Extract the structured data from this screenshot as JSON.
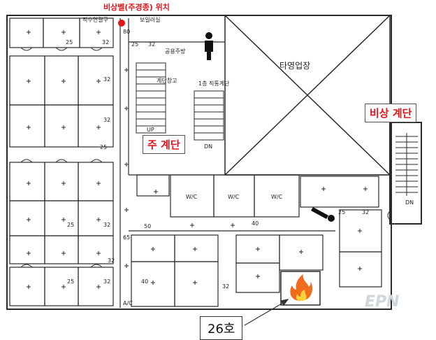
{
  "labels": {
    "alarm_bell_location": "비상벨(주경종) 위치",
    "bowling_alley": "타영업장",
    "emergency_stairs": "비상 계단",
    "main_stairs": "주 계단",
    "room_26": "26호",
    "restroom": "W/C",
    "ac_room": "A/C",
    "up": "UP",
    "down": "DN",
    "shared_kitchen": "공용주방",
    "storage": "계단창고",
    "first_floor_stairs": "1층 직통계단",
    "watermark": "EPN",
    "top_small": "보일러실",
    "top_small2": "직수연결구"
  },
  "dimensions": {
    "d80": "80",
    "d25": "25",
    "d32": "32",
    "d50": "50",
    "d40": "40",
    "d65": "65"
  },
  "colors": {
    "accent": "#e0141b",
    "line": "#2a2a2a",
    "fire": "#f26b1d"
  }
}
